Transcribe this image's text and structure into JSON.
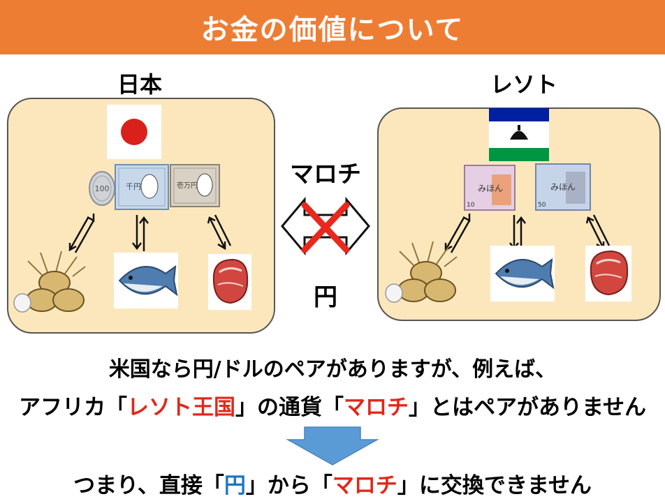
{
  "title": "お金の価値について",
  "left": {
    "label": "日本",
    "coin_text": "100",
    "note1_text": "千円",
    "note2_text": "壱万円"
  },
  "right": {
    "label": "レソト",
    "note_text_1": "みほん",
    "note_text_2": "みほん",
    "note_value_1": "10",
    "note_value_2": "50"
  },
  "center": {
    "top_label": "マロチ",
    "bottom_label": "円"
  },
  "caption1": "米国なら円/ドルのペアがありますが、例えば、",
  "caption2": {
    "part1": "アフリカ「",
    "red1": "レソト王国",
    "part2": "」の通貨「",
    "red2": "マロチ",
    "part3": "」とはペアがありません"
  },
  "caption3": {
    "part1": "つまり、直接「",
    "blue1": "円",
    "part2": "」から「",
    "red1": "マロチ",
    "part3": "」に交換できません"
  },
  "colors": {
    "title_bar": "#ee7d34",
    "panel": "#fce7bd",
    "accent_red": "#e0281a",
    "accent_blue": "#1f74c6",
    "down_arrow": "#5b9bd5"
  },
  "icons": [
    "japan-flag-icon",
    "lesotho-flag-icon",
    "coin-icon",
    "banknote-icon",
    "rice-icon",
    "fish-icon",
    "meat-icon",
    "exchange-arrows-icon",
    "cross-icon",
    "down-arrow-icon"
  ]
}
